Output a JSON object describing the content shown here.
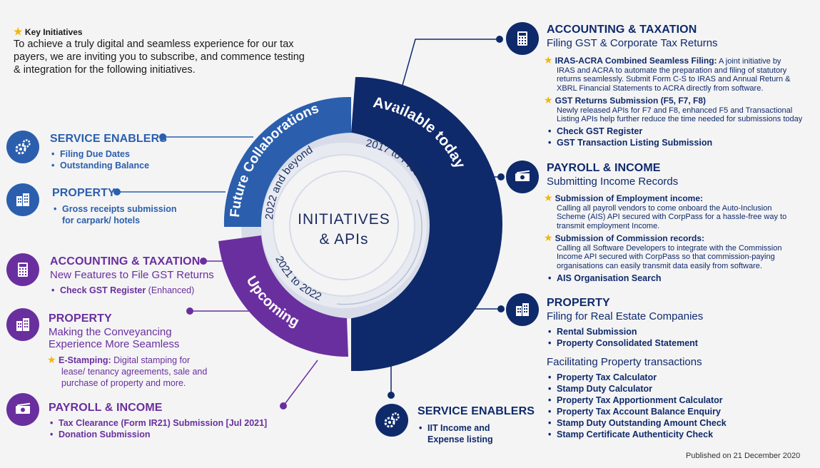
{
  "key_initiatives": {
    "label": "Key Initiatives",
    "intro": "To achieve a truly digital and seamless experience for our tax payers, we are inviting you to subscribe, and commence testing & integration for the following initiatives."
  },
  "center": {
    "line1": "INITIATIVES",
    "line2": "& APIs",
    "ring_available": "Available today",
    "ring_future": "Future Collaborations",
    "ring_upcoming": "Upcoming",
    "period_present": "2017 to Present",
    "period_beyond": "2022 and beyond",
    "period_2021": "2021 to 2022"
  },
  "left": {
    "service_enablers": {
      "title": "SERVICE ENABLERS",
      "items": [
        "Filing Due Dates",
        "Outstanding Balance"
      ]
    },
    "property_future": {
      "title": "PROPERTY",
      "item": "Gross receipts submission",
      "item_line2": "for carpark/ hotels"
    },
    "accounting_upcoming": {
      "title": "ACCOUNTING & TAXATION",
      "subtitle": "New Features to File GST Returns",
      "item_bold": "Check GST Register",
      "item_normal": " (Enhanced)"
    },
    "property_upcoming": {
      "title": "PROPERTY",
      "subtitle1": "Making the Conveyancing",
      "subtitle2": "Experience More Seamless",
      "estamp_bold": "E-Stamping:",
      "estamp_text1": " Digital stamping for",
      "estamp_text2": "lease/ tenancy agreements, sale and",
      "estamp_text3": "purchase of property and more."
    },
    "payroll_upcoming": {
      "title": "PAYROLL & INCOME",
      "items": [
        "Tax Clearance (Form IR21) Submission [Jul 2021]",
        "Donation Submission"
      ]
    }
  },
  "right": {
    "accounting": {
      "title": "ACCOUNTING & TAXATION",
      "subtitle": "Filing GST & Corporate Tax Returns",
      "iras_title": "IRAS-ACRA Combined Seamless Filing:",
      "iras_text1": " A joint initiative by",
      "iras_text2": "IRAS and ACRA to automate the preparation and filing of statutory",
      "iras_text3": "returns seamlessly. Submit Form C-S to IRAS and Annual Return &",
      "iras_text4": "XBRL Financial Statements to ACRA directly from software.",
      "gst_title": "GST Returns Submission (F5, F7, F8)",
      "gst_text1": "Newly released APIs for F7 and F8, enhanced F5 and Transactional",
      "gst_text2": "Listing APIs help further reduce the time needed for submissions today",
      "items": [
        "Check GST Register",
        "GST Transaction Listing Submission"
      ]
    },
    "payroll": {
      "title": "PAYROLL & INCOME",
      "subtitle": "Submitting Income Records",
      "emp_title": "Submission of Employment income:",
      "emp_text1": "Calling all payroll vendors to come onboard the Auto-Inclusion",
      "emp_text2": "Scheme (AIS) API secured with CorpPass for a hassle-free way to",
      "emp_text3": "transmit employment Income.",
      "com_title": "Submission of Commission records:",
      "com_text1": "Calling all Software Developers to integrate with the Commission",
      "com_text2": "Income API secured with CorpPass so that commission-paying",
      "com_text3": "organisations can easily transmit data easily from software.",
      "items": [
        "AIS Organisation Search"
      ]
    },
    "property": {
      "title": "PROPERTY",
      "subtitle": "Filing for Real Estate Companies",
      "items": [
        "Rental Submission",
        "Property Consolidated Statement"
      ],
      "subtitle2": "Facilitating Property transactions",
      "items2": [
        "Property Tax Calculator",
        "Stamp Duty Calculator",
        "Property Tax Apportionment Calculator",
        "Property Tax Account Balance Enquiry",
        "Stamp Duty Outstanding Amount Check",
        "Stamp Certificate Authenticity Check"
      ]
    },
    "service_enablers": {
      "title": "SERVICE ENABLERS",
      "item1": "IIT Income and",
      "item2": "Expense listing"
    }
  },
  "footer": "Published on 21 December 2020",
  "colors": {
    "navy": "#0f2a6b",
    "blue": "#2b5fad",
    "purple": "#6a2f9e",
    "star": "#f2b705"
  }
}
